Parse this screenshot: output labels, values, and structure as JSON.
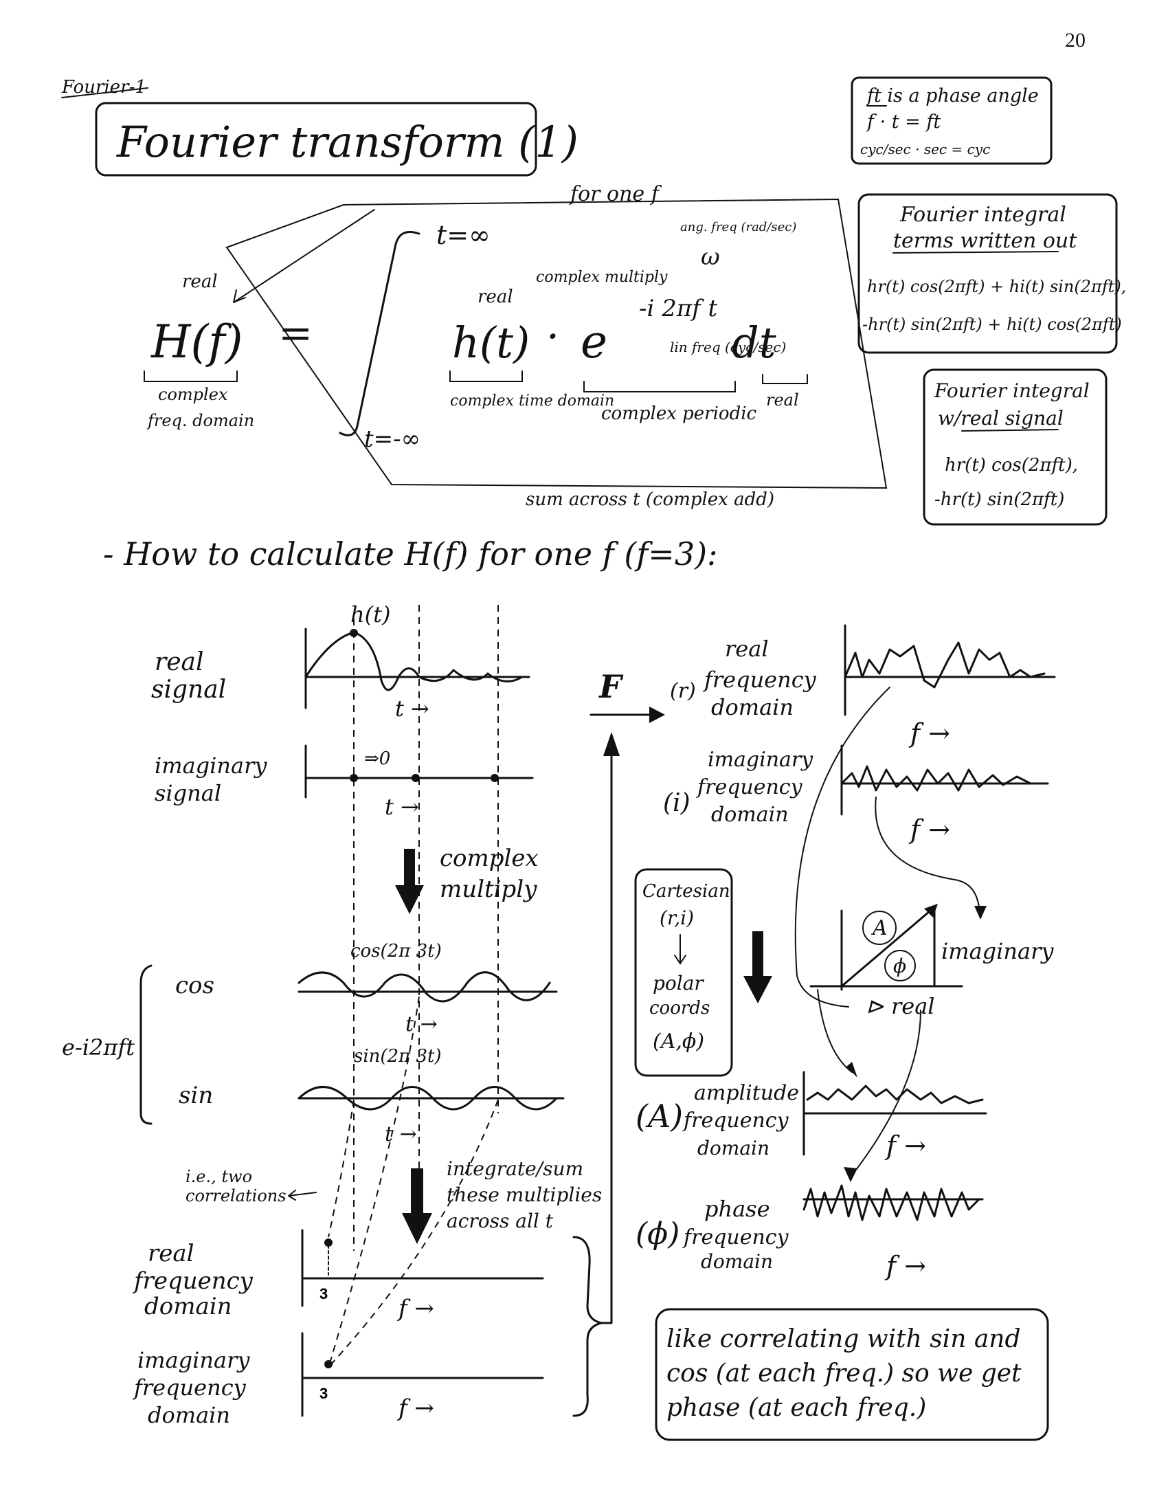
{
  "page_number": "20",
  "corner_label": "Fourier-1",
  "title": "Fourier transform (1)",
  "phase_box": {
    "line1": "ft is a phase angle",
    "line2": "f  ·  t  =  ft",
    "line3": "cyc/sec · sec = cyc"
  },
  "integral_terms_box": {
    "title_line1": "Fourier integral",
    "title_line2": "terms written out",
    "line1": "hr(t) cos(2πft) + hi(t) sin(2πft),",
    "line2": "-hr(t) sin(2πft) + hi(t) cos(2πft)"
  },
  "real_signal_box": {
    "title_line1": "Fourier integral",
    "title_line2": "w/real signal",
    "line1": "hr(t) cos(2πft),",
    "line2": "-hr(t) sin(2πft)"
  },
  "equation": {
    "for_one_f": "for one f",
    "upper_limit": "t=∞",
    "lower_limit": "t=-∞",
    "lhs": "H(f)",
    "equals": "=",
    "h_t": "h(t)",
    "dot": "·",
    "e": "e",
    "exponent": "-i 2πf t",
    "dt": "dt",
    "real_top_left": "real",
    "real_top_mid": "real",
    "complex_multiply": "complex multiply",
    "ang_freq": "ang. freq (rad/sec)",
    "omega": "ω",
    "lin_freq": "lin freq (cyc/sec)",
    "complex_freq_domain": "complex freq. domain",
    "complex_time_domain": "complex time domain",
    "complex_periodic": "complex periodic",
    "real_dt": "real",
    "sum_across": "sum across t (complex add)"
  },
  "how_to": "- How to calculate H(f) for one f (f=3):",
  "left_panels": {
    "h_t": "h(t)",
    "real_signal": "real signal",
    "imaginary_signal": "imaginary signal",
    "t_axis": "t →",
    "arrow_zero": "⇒0",
    "complex_multiply": "complex multiply",
    "cos_label": "cos(2π 3t)",
    "sin_label": "sin(2π 3t)",
    "cos": "cos",
    "sin": "sin",
    "exp": "e-i2πft",
    "ie_two": "i.e., two correlations",
    "integrate": "integrate/sum these multiplies across all t",
    "real_freq": "real frequency domain",
    "imag_freq": "imaginary frequency domain",
    "tick3": "3",
    "f_axis": "f →"
  },
  "right_panels": {
    "F": "F",
    "r_label": "(r)",
    "real_freq": "real frequency domain",
    "i_label": "(i)",
    "imag_freq": "imaginary frequency domain",
    "f_axis": "f →",
    "cartesian": "Cartesian (r,i)",
    "polar": "polar coords (A,ϕ)",
    "A": "A",
    "phi": "ϕ",
    "imaginary": "imaginary",
    "real": "real",
    "A_label": "(A)",
    "amp_freq": "amplitude frequency domain",
    "phi_label": "(ϕ)",
    "phase_freq": "phase frequency domain",
    "like_box": "like correlating with sin and cos (at each freq.) so we get phase (at each freq.)"
  }
}
